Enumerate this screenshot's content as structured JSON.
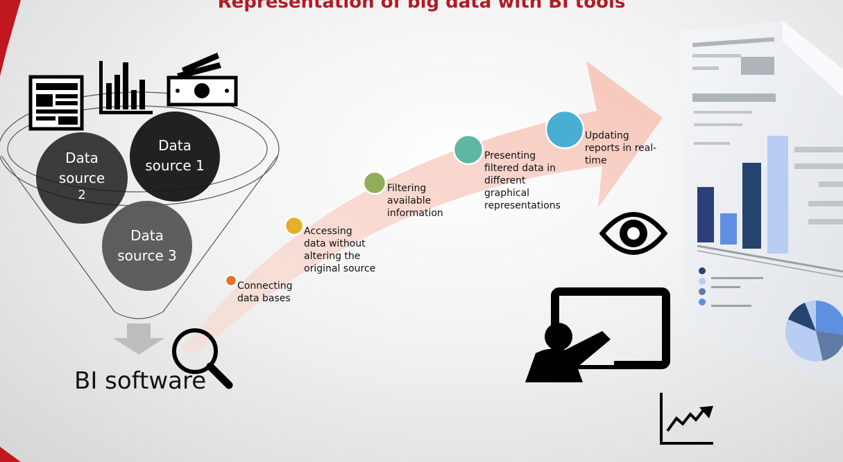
{
  "title": "Representation of big data with BI tools",
  "sources": [
    {
      "label": "Data source 1",
      "lines": [
        "Data",
        "source 1"
      ]
    },
    {
      "label": "Data source 2",
      "lines": [
        "Data",
        "source",
        "2"
      ]
    },
    {
      "label": "Data source 3",
      "lines": [
        "Data",
        "source 3"
      ]
    }
  ],
  "source_icons": [
    "newspaper-icon",
    "bar-chart-icon",
    "money-icon"
  ],
  "bi_label": "BI software",
  "steps": [
    {
      "color": "#e8702a",
      "lines": [
        "Connecting",
        "data bases"
      ]
    },
    {
      "color": "#e9ad2c",
      "lines": [
        "Accessing",
        "data without",
        "altering the",
        "original source"
      ]
    },
    {
      "color": "#8fad5a",
      "lines": [
        "Filtering",
        "available",
        "information"
      ]
    },
    {
      "color": "#5fb7a2",
      "lines": [
        "Presenting",
        "filtered data in",
        "different",
        "graphical",
        "representations"
      ]
    },
    {
      "color": "#49aed3",
      "lines": [
        "Updating",
        "reports in real-",
        "time"
      ]
    }
  ],
  "colors": {
    "title": "#b01c22",
    "accent_red": "#c0161d",
    "arrow": "#f8cbc0",
    "circle_dark": "#151515",
    "circle_gray": "#555555"
  },
  "result_icons": [
    "eye-icon",
    "presenter-icon",
    "trend-chart-icon",
    "dashboard-report-image"
  ]
}
